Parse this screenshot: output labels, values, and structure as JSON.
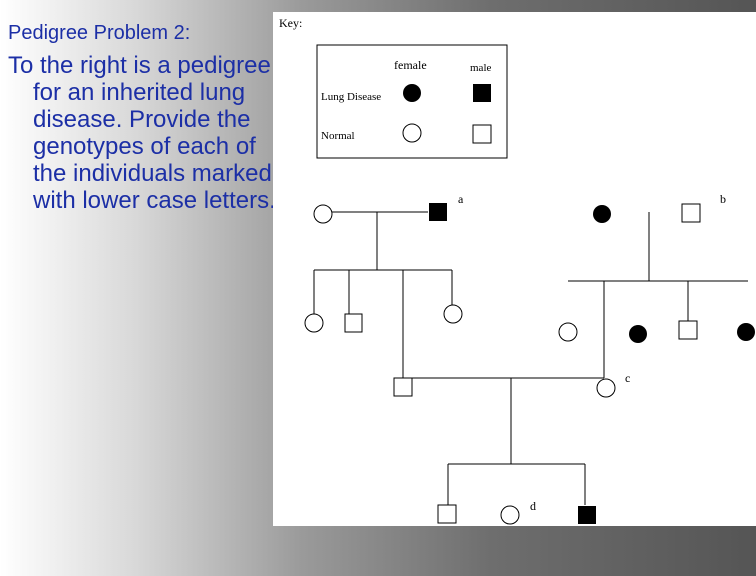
{
  "slide": {
    "title": "Pedigree Problem 2:",
    "body": "To the right  is a pedigree for an inherited lung disease.  Provide the genotypes of each of the individuals marked with lower case letters."
  },
  "key": {
    "heading": "Key:",
    "female_label": "female",
    "male_label": "male",
    "disease_label": "Lung Disease",
    "normal_label": "Normal"
  },
  "pedigree": {
    "label_a": "a",
    "label_b": "b",
    "label_c": "c",
    "label_d": "d"
  },
  "colors": {
    "text_blue": "#1c2fa6",
    "affected": "#000000",
    "line": "#000000"
  }
}
